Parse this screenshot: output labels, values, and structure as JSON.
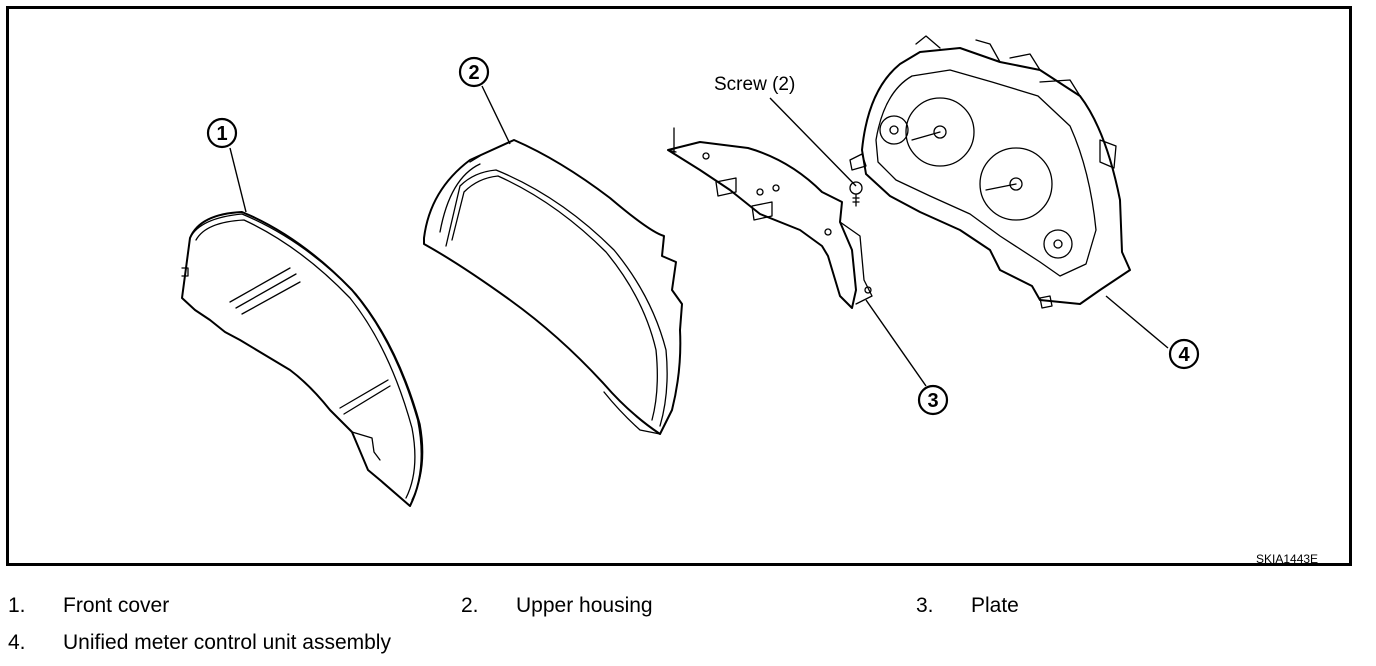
{
  "diagram": {
    "callouts": [
      {
        "id": "1",
        "label": "1"
      },
      {
        "id": "2",
        "label": "2"
      },
      {
        "id": "3",
        "label": "3"
      },
      {
        "id": "4",
        "label": "4"
      }
    ],
    "screw_label": "Screw (2)",
    "figure_code": "SKIA1443E"
  },
  "legend": [
    {
      "number": "1.",
      "label": "Front cover"
    },
    {
      "number": "2.",
      "label": "Upper housing"
    },
    {
      "number": "3.",
      "label": "Plate"
    },
    {
      "number": "4.",
      "label": "Unified meter control unit assembly"
    }
  ]
}
